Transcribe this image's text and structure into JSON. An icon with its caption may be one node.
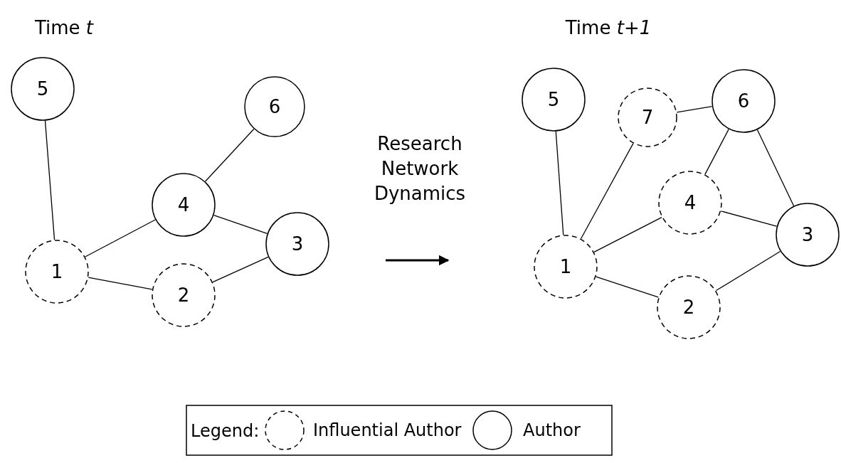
{
  "diagram": {
    "nodes": [
      {
        "text": [
          "5"
        ]
      },
      {
        "text": [
          "6"
        ]
      },
      {
        "text": [
          "4"
        ]
      },
      {
        "text": [
          "3"
        ]
      },
      {
        "text": [
          "1"
        ]
      },
      {
        "text": [
          "2"
        ]
      },
      {
        "text": [
          "5"
        ]
      },
      {
        "text": [
          "7"
        ]
      },
      {
        "text": [
          "6"
        ]
      },
      {
        "text": [
          "4"
        ]
      },
      {
        "text": [
          "3"
        ]
      },
      {
        "text": [
          "1"
        ]
      },
      {
        "text": [
          "2"
        ]
      }
    ],
    "edges": [
      {
        "from": 0,
        "to": 4,
        "arrow": "none"
      },
      {
        "from": 1,
        "to": 2,
        "arrow": "none"
      },
      {
        "from": 2,
        "to": 4,
        "arrow": "none"
      },
      {
        "from": 2,
        "to": 3,
        "arrow": "none"
      },
      {
        "from": 4,
        "to": 5,
        "arrow": "none"
      },
      {
        "from": 5,
        "to": 3,
        "arrow": "none"
      },
      {
        "from": 6,
        "to": 11,
        "arrow": "none"
      },
      {
        "from": 11,
        "to": 7,
        "arrow": "none"
      },
      {
        "from": 7,
        "to": 8,
        "arrow": "none"
      },
      {
        "from": 8,
        "to": 9,
        "arrow": "none"
      },
      {
        "from": 8,
        "to": 10,
        "arrow": "none"
      },
      {
        "from": 9,
        "to": 10,
        "arrow": "none"
      },
      {
        "from": 11,
        "to": 9,
        "arrow": "none"
      },
      {
        "from": 11,
        "to": 12,
        "arrow": "none"
      },
      {
        "from": 12,
        "to": 10,
        "arrow": "none"
      }
    ],
    "labels": [
      "Time *t*",
      "Time *t+1*",
      "Research Network Dynamics",
      "Legend:"
    ],
    "legend": [
      {
        "text": "Influential Author"
      },
      {
        "text": "Author"
      }
    ]
  }
}
